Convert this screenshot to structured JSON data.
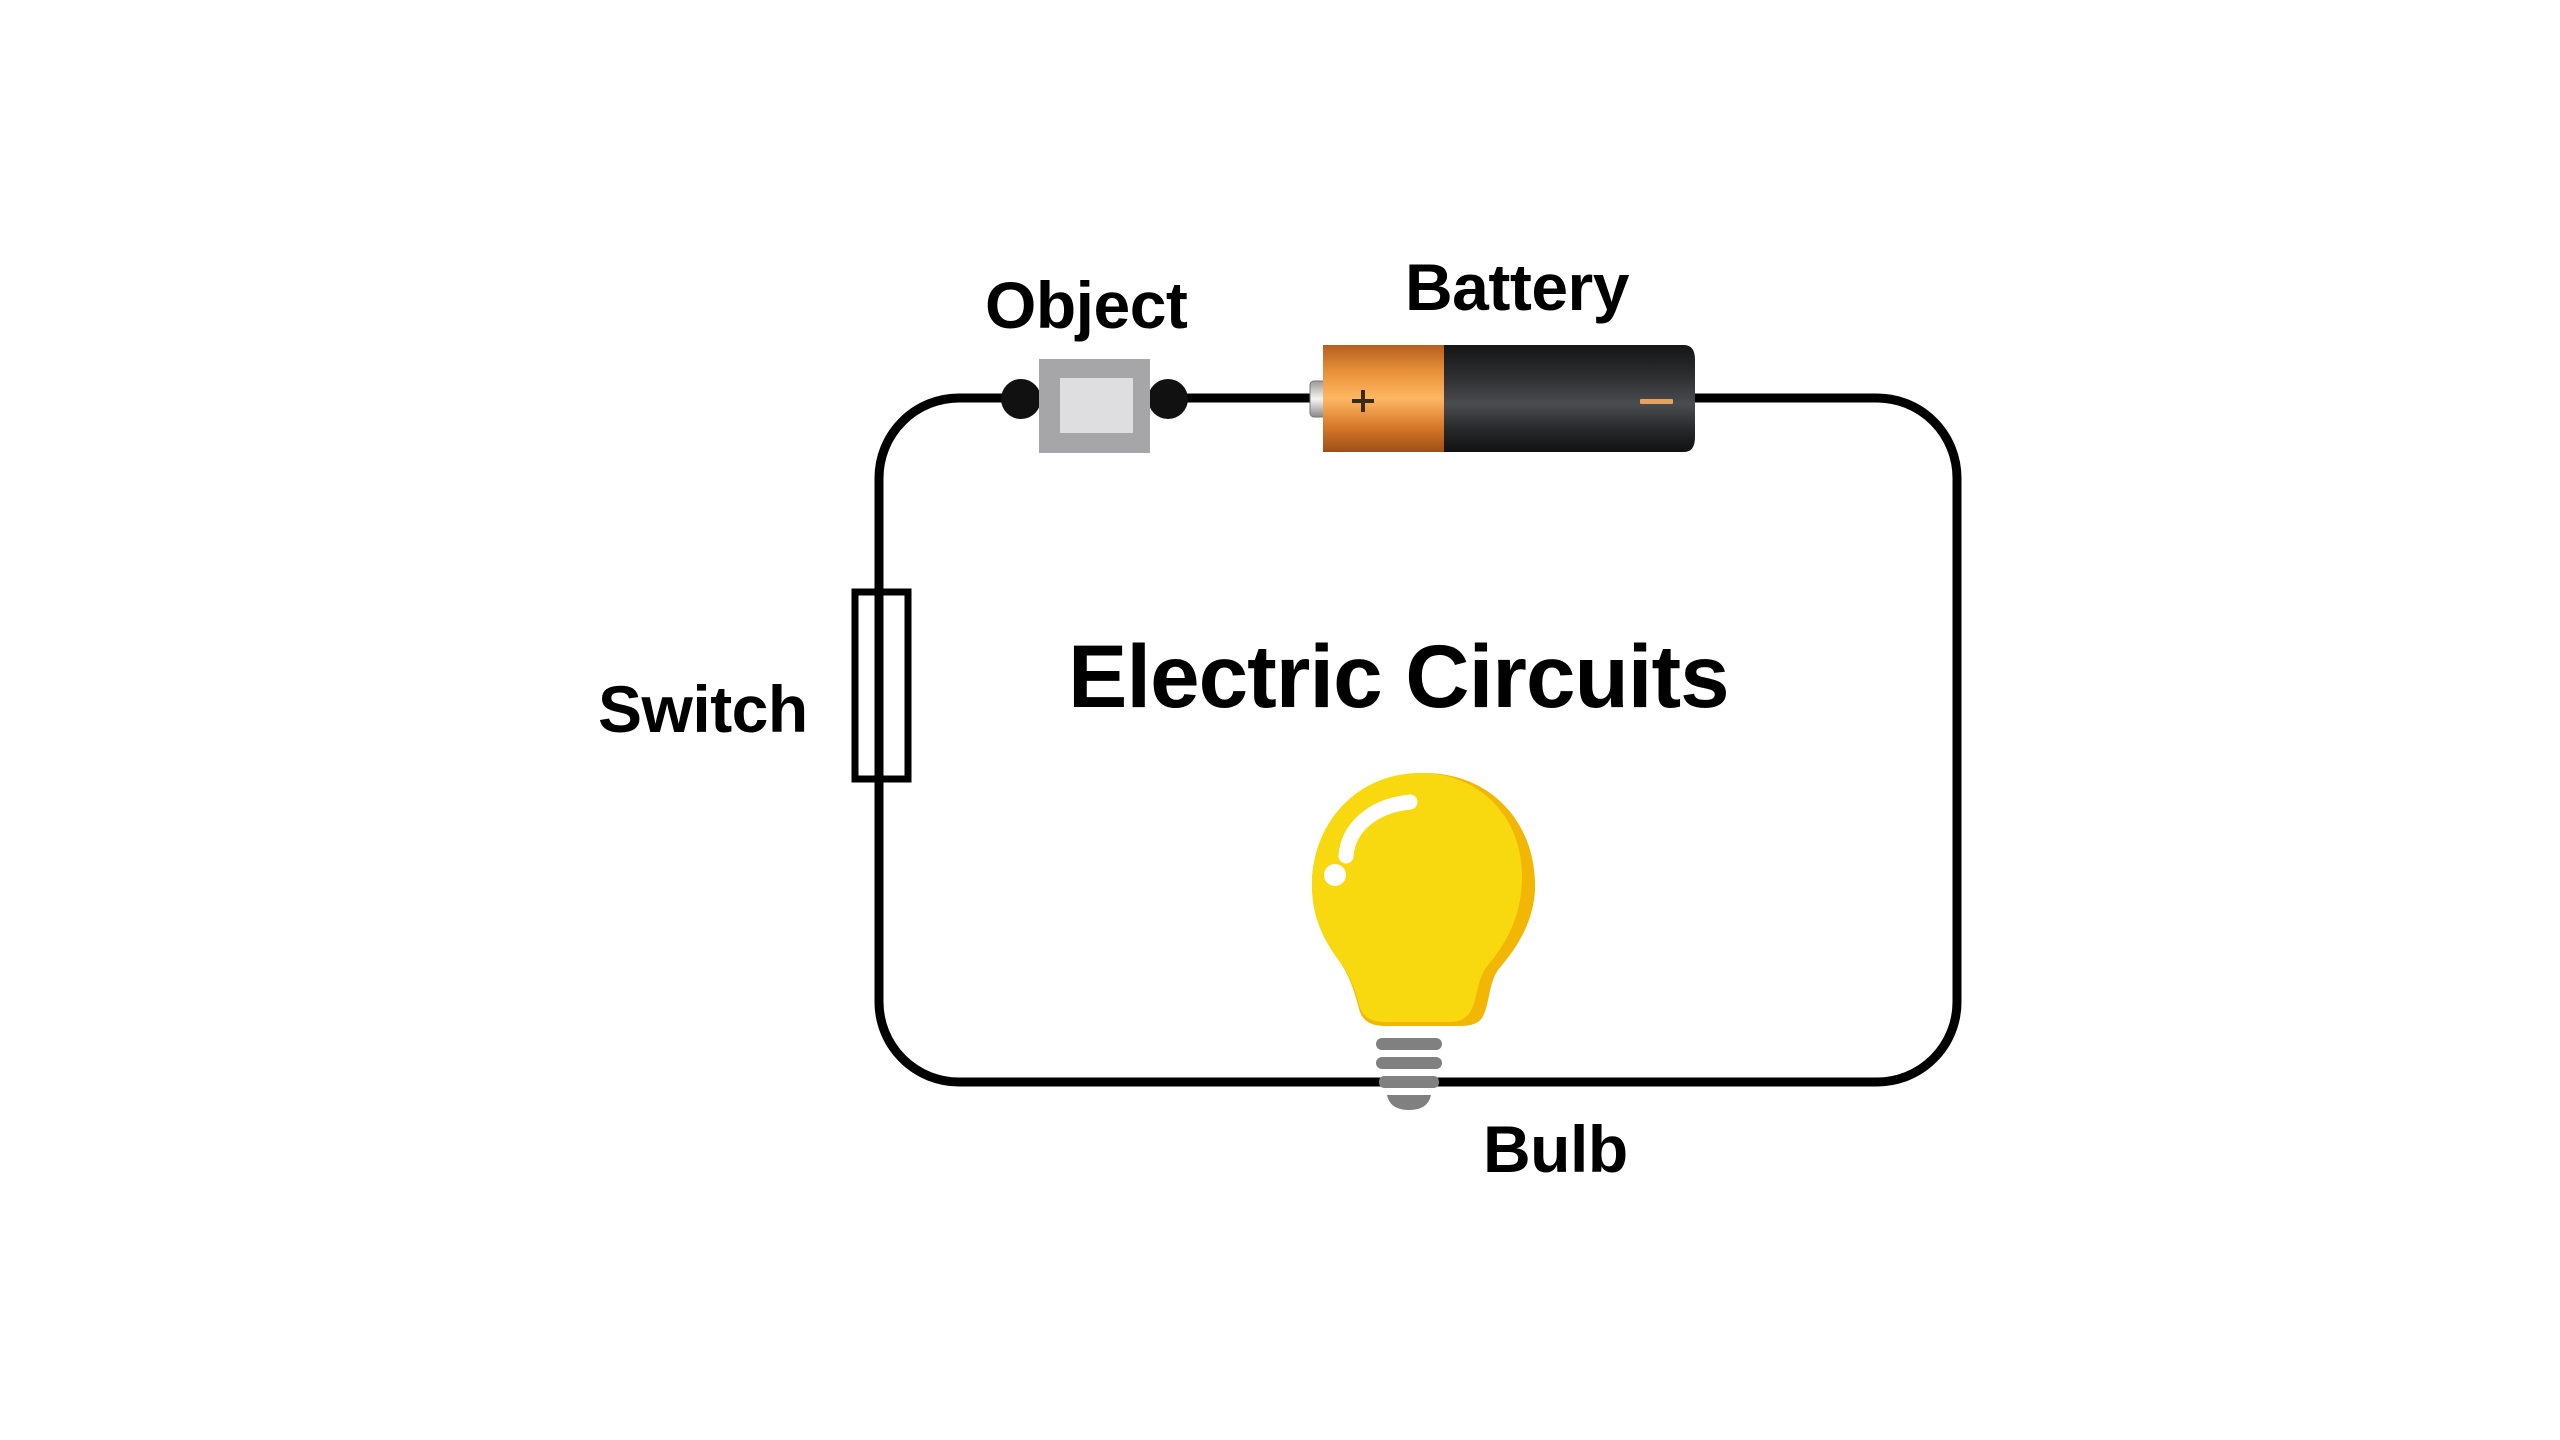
{
  "title": "Electric Circuits",
  "labels": {
    "object": "Object",
    "battery": "Battery",
    "switch": "Switch",
    "bulb": "Bulb"
  },
  "battery": {
    "positive_symbol": "+",
    "negative_symbol": "−"
  },
  "components": [
    "Object",
    "Battery",
    "Switch",
    "Bulb"
  ],
  "colors": {
    "wire": "#000000",
    "object_outer": "#A6A6A8",
    "object_inner": "#DEDEE0",
    "battery_copper": "#E38A35",
    "battery_body": "#2B2C2E",
    "bulb_glass": "#F8D80E",
    "bulb_shade": "#F2B705",
    "bulb_base": "#808080"
  }
}
